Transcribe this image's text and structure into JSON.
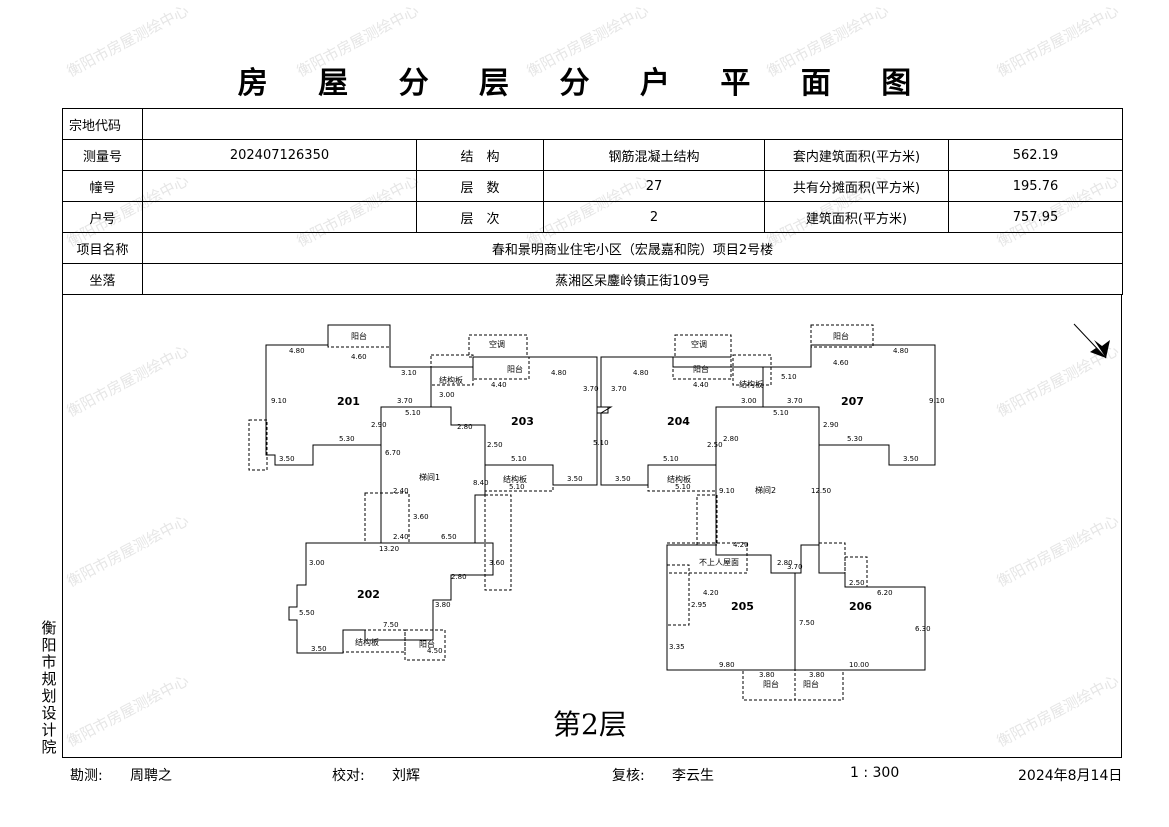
{
  "title": "房 屋 分 层 分 户 平 面 图",
  "watermark": "衡阳市房屋测绘中心",
  "info": {
    "parcel_code_label": "宗地代码",
    "parcel_code": "",
    "survey_no_label": "测量号",
    "survey_no": "202407126350",
    "structure_label": "结　构",
    "structure": "钢筋混凝土结构",
    "inner_area_label": "套内建筑面积(平方米)",
    "inner_area": "562.19",
    "building_label": "幢号",
    "building": "",
    "floors_label": "层　数",
    "floors": "27",
    "shared_area_label": "共有分摊面积(平方米)",
    "shared_area": "195.76",
    "unit_label": "户号",
    "unit": "",
    "floor_no_label": "层　次",
    "floor_no": "2",
    "total_area_label": "建筑面积(平方米)",
    "total_area": "757.95",
    "project_label": "项目名称",
    "project": "春和景明商业住宅小区（宏晟嘉和院）项目2号楼",
    "location_label": "坐落",
    "location": "蒸湘区呆鏖岭镇正街109号"
  },
  "plan": {
    "floor_label": "第2层",
    "units": [
      "201",
      "202",
      "203",
      "204",
      "205",
      "206",
      "207"
    ],
    "stair1": "梯间1",
    "stair2": "梯间2",
    "balcony": "阳台",
    "structure_board": "结构板",
    "ac": "空调",
    "not_entering": "不上人屋面",
    "dims_left": [
      "4.80",
      "4.60",
      "3.10",
      "3.70",
      "5.10",
      "9.10",
      "5.30",
      "3.50",
      "2.90",
      "6.70",
      "2.40",
      "2.40",
      "13.20",
      "6.50",
      "3.00",
      "5.50",
      "3.50",
      "7.50",
      "4.50",
      "2.80",
      "3.80",
      "3.60",
      "4.40",
      "4.80",
      "3.70",
      "3.00",
      "2.80",
      "2.50",
      "5.10",
      "5.10",
      "3.50",
      "8.40",
      "3.60",
      "5.10"
    ],
    "dims_right": [
      "4.80",
      "4.40",
      "3.70",
      "3.00",
      "5.10",
      "3.70",
      "2.90",
      "2.80",
      "2.50",
      "5.10",
      "3.50",
      "5.10",
      "9.10",
      "12.50",
      "4.20",
      "3.70",
      "4.60",
      "4.80",
      "5.10",
      "9.10",
      "5.30",
      "3.50",
      "4.20",
      "9.80",
      "3.80",
      "7.50",
      "6.20",
      "6.30",
      "10.00",
      "3.80",
      "2.50",
      "2.80",
      "3.35",
      "2.95"
    ]
  },
  "side_text": "衡阳市规划设计院",
  "footer": {
    "surveyor_label": "勘测:",
    "surveyor": "周聘之",
    "checker_label": "校对:",
    "checker": "刘辉",
    "reviewer_label": "复核:",
    "reviewer": "李云生",
    "scale": "1 : 300",
    "date": "2024年8月14日"
  }
}
